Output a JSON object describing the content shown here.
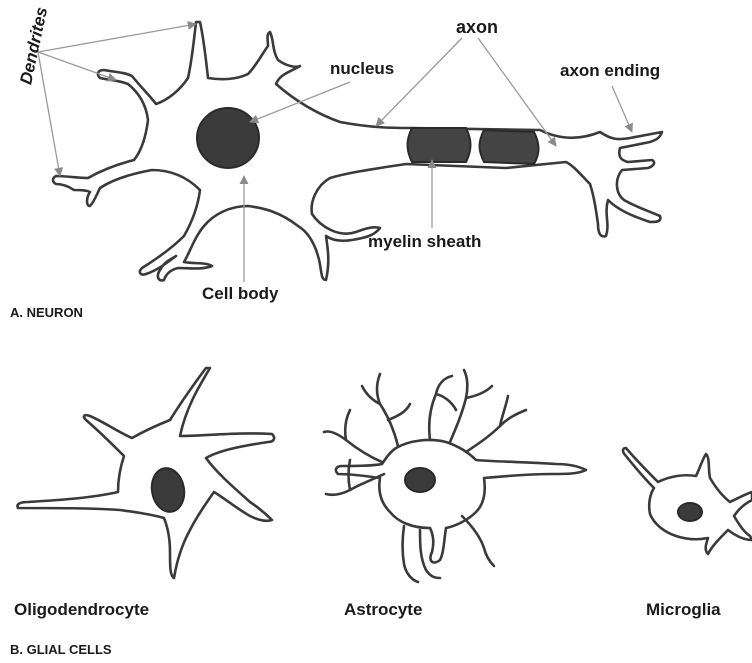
{
  "labels": {
    "dendrites": "Dendrites",
    "nucleus": "nucleus",
    "axon": "axon",
    "axon_ending": "axon ending",
    "myelin_sheath": "myelin sheath",
    "cell_body": "Cell body",
    "section_a": "A. NEURON",
    "oligodendrocyte": "Oligodendrocyte",
    "astrocyte": "Astrocyte",
    "microglia": "Microglia",
    "section_b": "B. GLIAL CELLS"
  },
  "colors": {
    "outline": "#3a3a3a",
    "nucleus_fill": "#3b3b3b",
    "myelin_fill": "#444444",
    "pointer_line": "#9a9a9a",
    "text": "#1a1a1a"
  }
}
